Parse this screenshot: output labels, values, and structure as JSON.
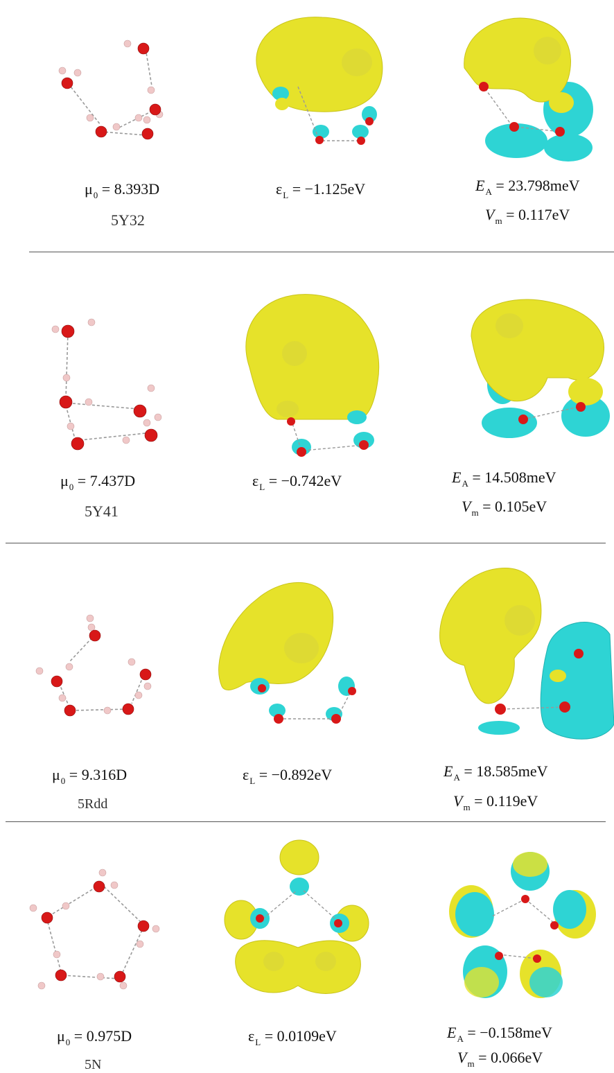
{
  "colors": {
    "oxygen": "#d81818",
    "hydrogen": "#f0c8c8",
    "hbond": "#999999",
    "lobe_positive": "#e6e22a",
    "lobe_negative": "#2ed4d4"
  },
  "rows": [
    {
      "name": "5Y32",
      "mu_sym": "μ",
      "mu_sub": "0",
      "mu_val": " = 8.393D",
      "eps_sym": "ε",
      "eps_sub": "L",
      "eps_val": " = −1.125eV",
      "ea_sym": "E",
      "ea_sub": "A",
      "ea_val": " = 23.798meV",
      "vm_sym": "V",
      "vm_sub": "m",
      "vm_val": " = 0.117eV"
    },
    {
      "name": "5Y41",
      "mu_sym": "μ",
      "mu_sub": "0",
      "mu_val": " = 7.437D",
      "eps_sym": "ε",
      "eps_sub": "L",
      "eps_val": " = −0.742eV",
      "ea_sym": "E",
      "ea_sub": "A",
      "ea_val": " = 14.508meV",
      "vm_sym": "V",
      "vm_sub": "m",
      "vm_val": " = 0.105eV"
    },
    {
      "name": "5Rdd",
      "mu_sym": "μ",
      "mu_sub": "0",
      "mu_val": " = 9.316D",
      "eps_sym": "ε",
      "eps_sub": "L",
      "eps_val": " = −0.892eV",
      "ea_sym": "E",
      "ea_sub": "A",
      "ea_val": " = 18.585meV",
      "vm_sym": "V",
      "vm_sub": "m",
      "vm_val": " = 0.119eV"
    },
    {
      "name": "5N",
      "mu_sym": "μ",
      "mu_sub": "0",
      "mu_val": " = 0.975D",
      "eps_sym": "ε",
      "eps_sub": "L",
      "eps_val": " = 0.0109eV",
      "ea_sym": "E",
      "ea_sub": "A",
      "ea_val": " = −0.158meV",
      "vm_sym": "V",
      "vm_sub": "m",
      "vm_val": " = 0.066eV"
    }
  ]
}
